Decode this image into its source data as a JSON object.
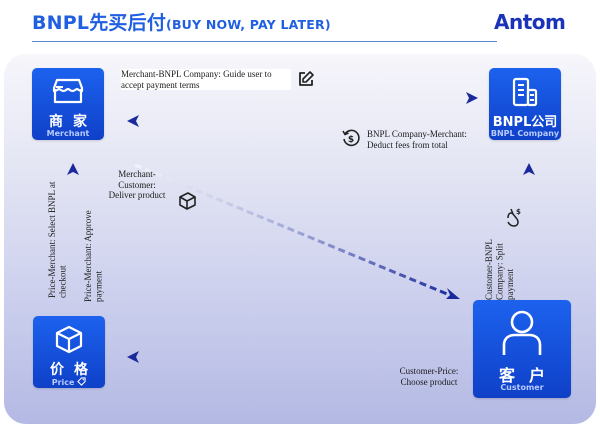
{
  "header": {
    "title_main": "BNPL先买后付",
    "title_sub": "(BUY NOW, PAY LATER)",
    "logo": "Antom"
  },
  "nodes": {
    "merchant": {
      "cn": "商家",
      "en": "Merchant",
      "icon": "storefront-icon"
    },
    "bnpl": {
      "cn": "BNPL公司",
      "en": "BNPL Company",
      "icon": "building-icon"
    },
    "price": {
      "cn": "价格",
      "en": "Price",
      "icon": "box-icon",
      "badge_icon": "tag-icon"
    },
    "customer": {
      "cn": "客户",
      "en": "Customer",
      "icon": "person-icon"
    }
  },
  "flows": [
    {
      "id": "merchant-to-bnpl",
      "label": "Merchant-BNPL Company: Guide user to accept payment terms",
      "icon": "edit-icon",
      "direction": "right"
    },
    {
      "id": "bnpl-to-merchant",
      "label": "BNPL Company-Merchant: Deduct fees from total",
      "icon": "dollar-refresh-icon",
      "direction": "left"
    },
    {
      "id": "merchant-to-customer",
      "label": "Merchant-Customer: Deliver product",
      "icon": "package-icon",
      "direction": "down-right"
    },
    {
      "id": "price-to-merchant-select",
      "label": "Price-Merchant: Select BNPL at checkout",
      "direction": "up"
    },
    {
      "id": "price-to-merchant-approve",
      "label": "Price-Merchant: Approve payment",
      "direction": "up"
    },
    {
      "id": "customer-to-bnpl",
      "label": "Customer-BNPL Company: Split payment",
      "icon": "hand-money-icon",
      "direction": "up"
    },
    {
      "id": "customer-to-price",
      "label": "Customer-Price: Choose product",
      "direction": "left"
    }
  ],
  "colors": {
    "brand_blue": "#1f5fe0",
    "node_blue": "#1245d4",
    "arrow_dark": "#1a2a9c",
    "logo_navy": "#1a33b8"
  }
}
